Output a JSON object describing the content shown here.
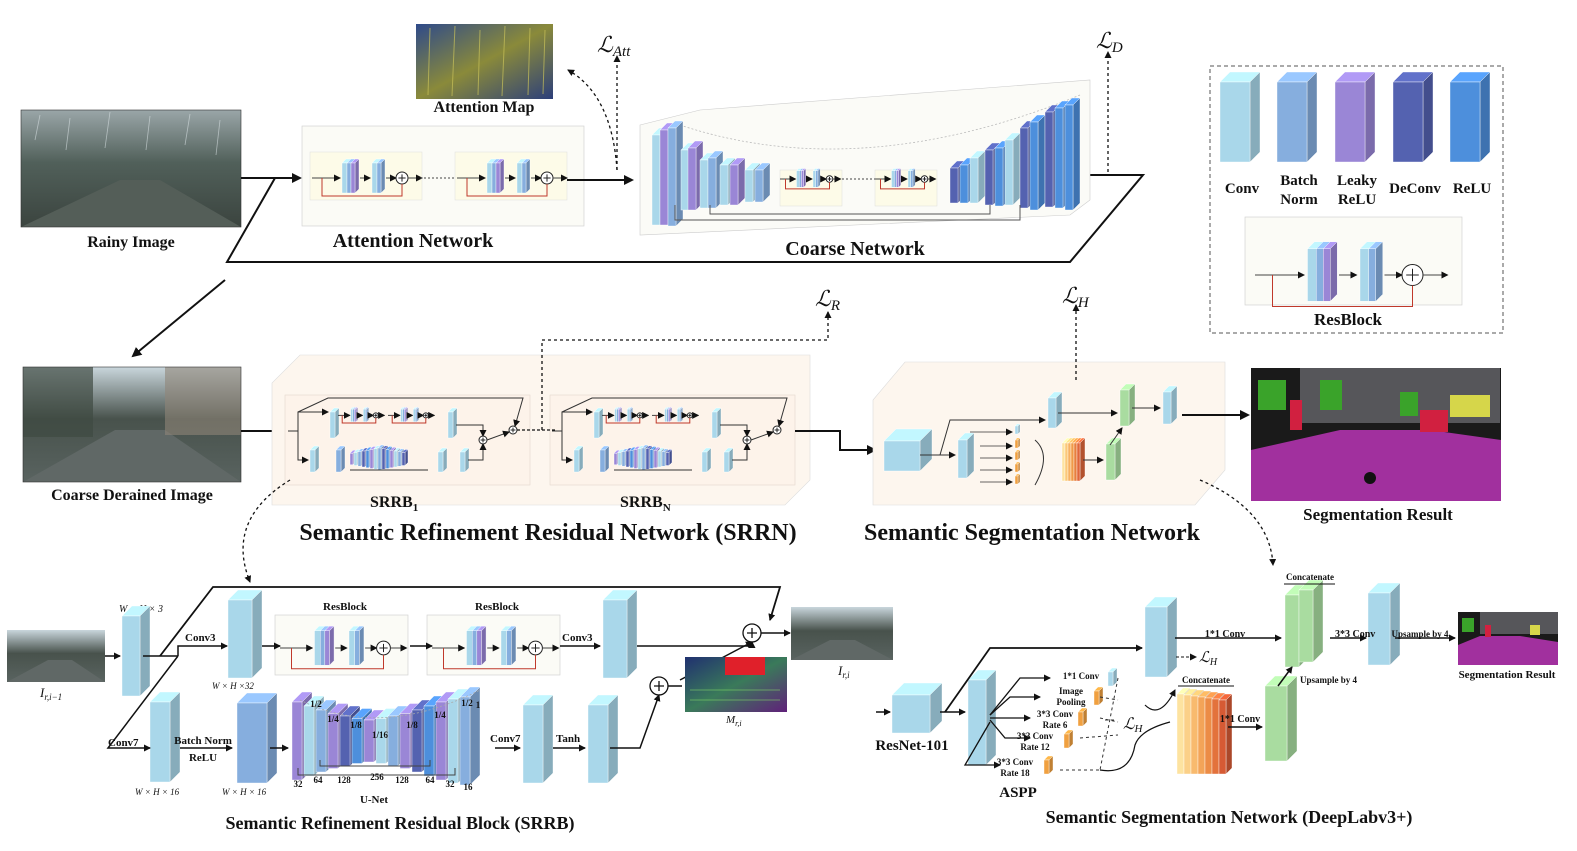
{
  "colors": {
    "conv": "#a9d7ea",
    "batch_norm": "#86aede",
    "leaky_relu": "#9a86d6",
    "deconv": "#5462b0",
    "relu": "#4d8fdc",
    "green": "#a9dca0",
    "orange": "#f0a040",
    "highlight_red": "#c0392b",
    "panel_bg": "#fdf7ee"
  },
  "legend": {
    "items": [
      {
        "label": "Conv",
        "color": "#a9d7ea"
      },
      {
        "label": "Batch\nNorm",
        "color": "#86aede"
      },
      {
        "label": "Leaky\nReLU",
        "color": "#9a86d6"
      },
      {
        "label": "DeConv",
        "color": "#5462b0"
      },
      {
        "label": "ReLU",
        "color": "#4d8fdc"
      }
    ],
    "resblock_label": "ResBlock"
  },
  "top": {
    "rainy_image": "Rainy Image",
    "attention_map": "Attention Map",
    "attention_network": "Attention Network",
    "coarse_network": "Coarse Network",
    "loss_att_main": "ℒ",
    "loss_att_sub": "Att",
    "loss_d_main": "ℒ",
    "loss_d_sub": "D"
  },
  "middle": {
    "coarse_derained": "Coarse Derained Image",
    "srrb1_main": "SRRB",
    "srrb1_sub": "1",
    "srrbn_main": "SRRB",
    "srrbn_sub": "N",
    "srrn_title": "Semantic Refinement Residual Network (SRRN)",
    "seg_title": "Semantic Segmentation Network",
    "seg_result": "Segmentation Result",
    "loss_r_main": "ℒ",
    "loss_r_sub": "R",
    "loss_h_main": "ℒ",
    "loss_h_sub": "H"
  },
  "srrb": {
    "title": "Semantic Refinement Residual Block (SRRB)",
    "input_label_main": "I",
    "input_label_sub": "r,i−1",
    "output_label_main": "I",
    "output_label_sub": "r,i",
    "map_label_main": "M",
    "map_label_sub": "r,i",
    "dim_in": "W × H × 3",
    "dim_32": "W × H ×32",
    "dim_16a": "W × H × 16",
    "dim_16b": "W × H × 16",
    "conv3_a": "Conv3",
    "conv3_b": "Conv3",
    "conv7_a": "Conv7",
    "conv7_b": "Conv7",
    "resblock_a": "ResBlock",
    "resblock_b": "ResBlock",
    "bn_line1": "Batch Norm",
    "bn_line2": "ReLU",
    "tanh": "Tanh",
    "unet": "U-Net",
    "unet_top": [
      "1/2",
      "1/4",
      "1/8",
      "1/16",
      "1/8",
      "1/4",
      "1/2",
      "1"
    ],
    "unet_bottom": [
      "32",
      "64",
      "128",
      "256",
      "128",
      "64",
      "32",
      "16"
    ]
  },
  "deeplab": {
    "title": "Semantic Segmentation Network (DeepLabv3+)",
    "resnet": "ResNet-101",
    "aspp": "ASPP",
    "aspp_items": [
      "1*1 Conv",
      "Image\nPooling",
      "3*3 Conv\nRate 6",
      "3*3 Conv\nRate 12",
      "3*3 Conv\nRate 18"
    ],
    "conv1x1_top": "1*1 Conv",
    "conv1x1_mid": "1*1 Conv",
    "conv3x3": "3*3 Conv",
    "concatenate_top": "Concatenate",
    "concatenate_mid": "Concatenate",
    "upsample_a": "Upsample by 4",
    "upsample_b": "Upsample by 4",
    "seg_result": "Segmentation Result",
    "loss_h1_main": "ℒ",
    "loss_h1_sub": "H",
    "loss_h2_main": "ℒ",
    "loss_h2_sub": "H"
  }
}
